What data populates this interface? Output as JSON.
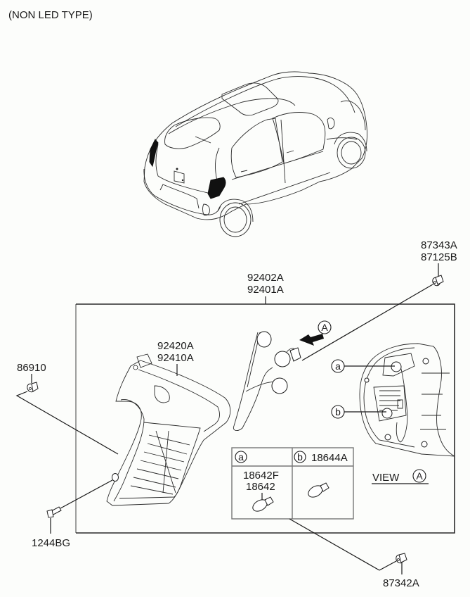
{
  "header": {
    "title": "(NON LED TYPE)"
  },
  "parts": {
    "grommet_top": [
      "87343A",
      "87125B"
    ],
    "lamp_assy": [
      "92402A",
      "92401A"
    ],
    "lens_housing": [
      "92420A",
      "92410A"
    ],
    "screw_left": "86910",
    "bolt": "1244BG",
    "grommet_bottom": "87342A"
  },
  "bulb_table": {
    "col_a": {
      "marker": "a",
      "parts": [
        "18642F",
        "18642"
      ]
    },
    "col_b": {
      "marker": "b",
      "part": "18644A"
    }
  },
  "view": {
    "label": "VIEW",
    "marker": "A",
    "arrow_marker": "A",
    "callout_a": "a",
    "callout_b": "b"
  }
}
